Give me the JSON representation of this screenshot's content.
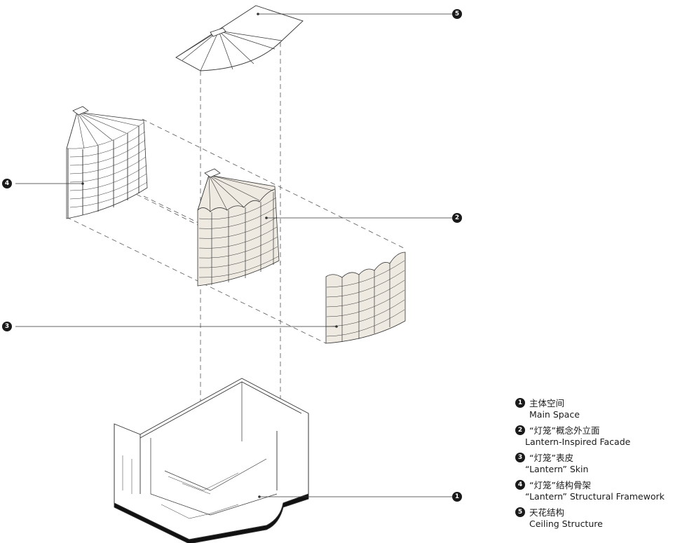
{
  "markers": [
    {
      "id": "1",
      "symbol": "❶"
    },
    {
      "id": "2",
      "symbol": "❷"
    },
    {
      "id": "3",
      "symbol": "❸"
    },
    {
      "id": "4",
      "symbol": "❹"
    },
    {
      "id": "5",
      "symbol": "❺"
    }
  ],
  "legend": {
    "items": [
      {
        "symbol": "❶",
        "cn": "主体空间",
        "en": "Main Space"
      },
      {
        "symbol": "❷",
        "cn": "“灯笼”概念外立面",
        "en": "Lantern-Inspired Facade"
      },
      {
        "symbol": "❸",
        "cn": "“灯笼”表皮",
        "en": "“Lantern” Skin"
      },
      {
        "symbol": "❹",
        "cn": "“灯笼”结构骨架",
        "en": "“Lantern” Structural Framework"
      },
      {
        "symbol": "❺",
        "cn": "天花结构",
        "en": "Ceiling Structure"
      }
    ]
  },
  "colors": {
    "line": "#333333",
    "skin": "#eeeae1",
    "floor": "#111111",
    "marker": "#1a1a1a"
  },
  "icons": [
    "numbered-marker-icon"
  ]
}
